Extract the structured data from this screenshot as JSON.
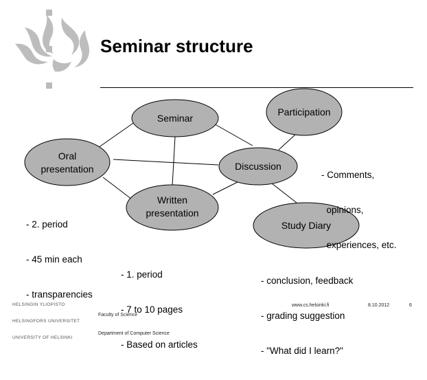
{
  "title": "Seminar structure",
  "diagram": {
    "nodes": {
      "seminar": "Seminar",
      "participation": "Participation",
      "oral_line1": "Oral",
      "oral_line2": "presentation",
      "discussion": "Discussion",
      "written_line1": "Written",
      "written_line2": "presentation",
      "study_diary": "Study Diary"
    }
  },
  "notes": {
    "participation": [
      "- Comments,",
      "  opinions,",
      "  experiences, etc."
    ],
    "oral": [
      "- 2. period",
      "- 45 min each",
      "- transparencies"
    ],
    "written": [
      "- 1. period",
      "- 7 to 10 pages",
      "- Based on articles"
    ],
    "study_diary": [
      "- conclusion, feedback",
      "- grading suggestion",
      "- \"What did I learn?\""
    ]
  },
  "footer": {
    "university": [
      "HELSINGIN YLIOPISTO",
      "HELSINGFORS UNIVERSITET",
      "UNIVERSITY OF HELSINKI"
    ],
    "faculty": "Faculty of Science",
    "department": "Department of Computer Science",
    "url": "www.cs.helsinki.fi",
    "date": "8.10.2012",
    "page": "6"
  }
}
